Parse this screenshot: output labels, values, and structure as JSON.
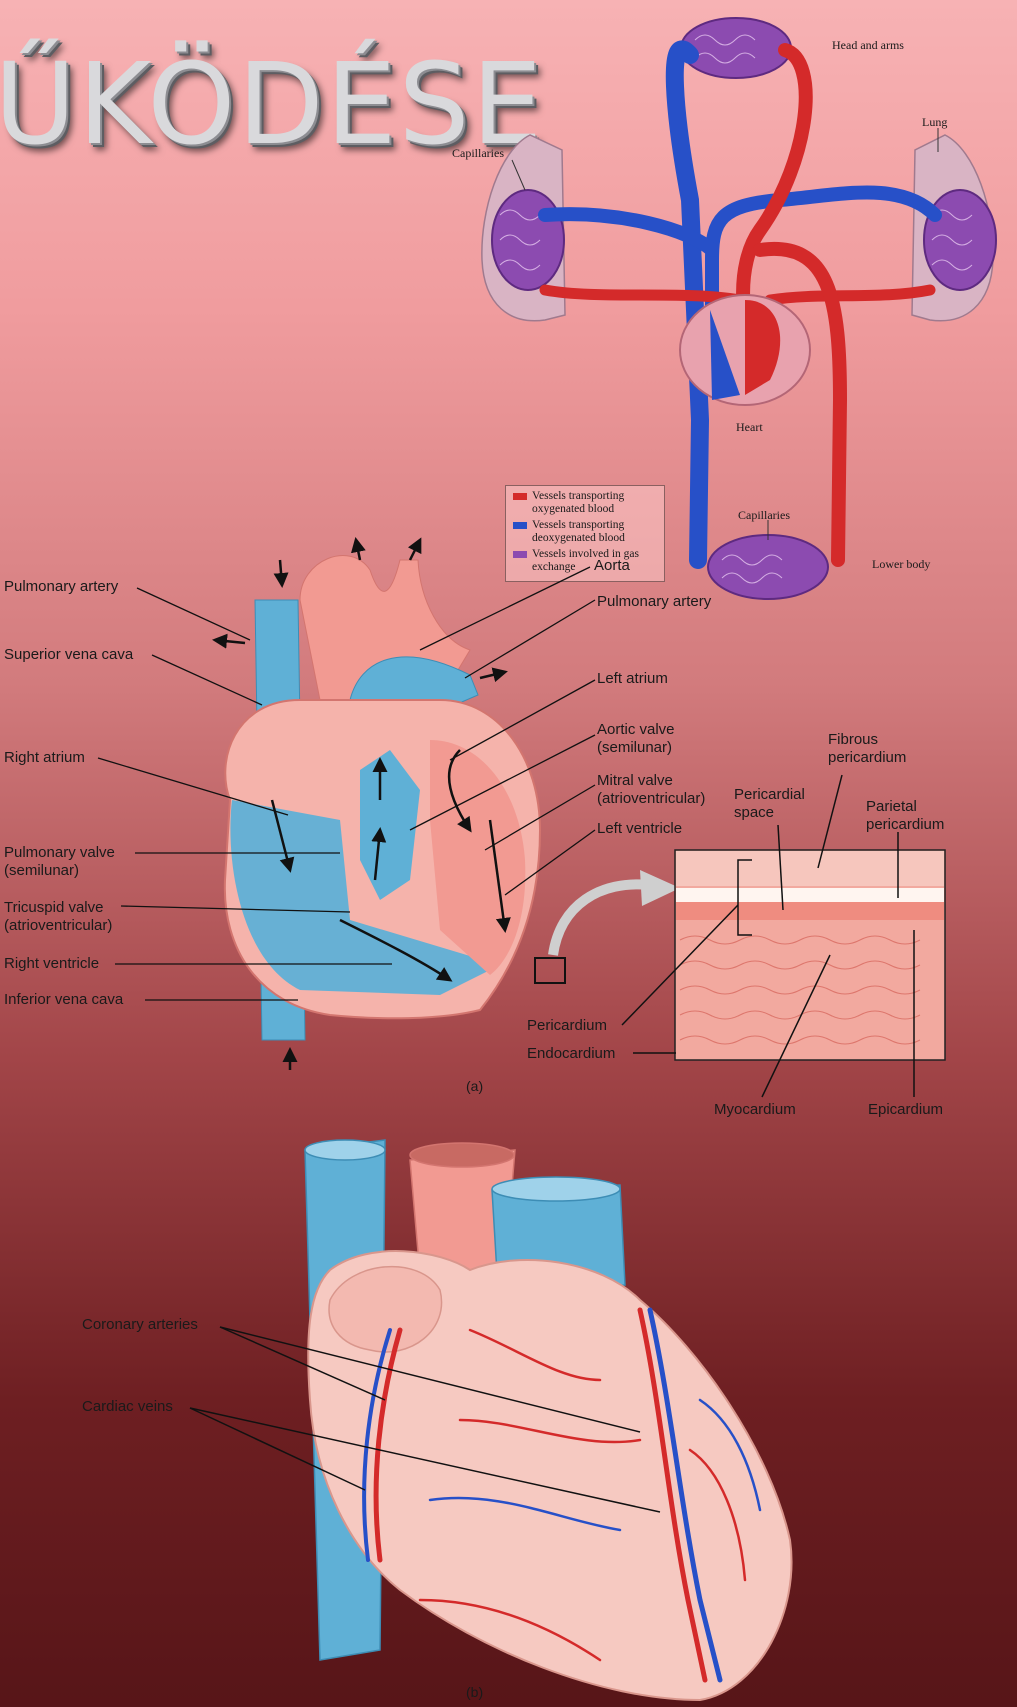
{
  "title": "ŰKÖDÉSE",
  "circulation": {
    "labels": {
      "head_and_arms": "Head and arms",
      "lung": "Lung",
      "capillaries_top": "Capillaries",
      "heart": "Heart",
      "capillaries_bottom": "Capillaries",
      "lower_body": "Lower body"
    },
    "legend": [
      {
        "label": "Vessels transporting oxygenated blood",
        "color": "#d42a2a"
      },
      {
        "label": "Vessels transporting deoxygenated blood",
        "color": "#2750c8"
      },
      {
        "label": "Vessels involved in gas exchange",
        "color": "#8c4bb0"
      }
    ]
  },
  "heart_a": {
    "left_labels": [
      "Pulmonary artery",
      "Superior vena cava",
      "Right atrium",
      "Pulmonary valve (semilunar)",
      "Tricuspid valve (atrioventricular)",
      "Right ventricle",
      "Inferior vena cava"
    ],
    "right_labels": [
      "Aorta",
      "Pulmonary artery",
      "Left atrium",
      "Aortic valve (semilunar)",
      "Mitral valve (atrioventricular)",
      "Left ventricle"
    ],
    "wall_labels": {
      "fibrous_pericardium": "Fibrous pericardium",
      "pericardial_space": "Pericardial space",
      "parietal_pericardium": "Parietal pericardium",
      "pericardium": "Pericardium",
      "endocardium": "Endocardium",
      "myocardium": "Myocardium",
      "epicardium": "Epicardium"
    },
    "caption": "(a)"
  },
  "heart_b": {
    "labels": [
      "Coronary arteries",
      "Cardiac veins"
    ],
    "caption": "(b)"
  },
  "colors": {
    "deoxygenated": "#5fb0d6",
    "oxygenated": "#f29a92",
    "artery_red": "#d42a2a",
    "vein_blue": "#2750c8"
  }
}
